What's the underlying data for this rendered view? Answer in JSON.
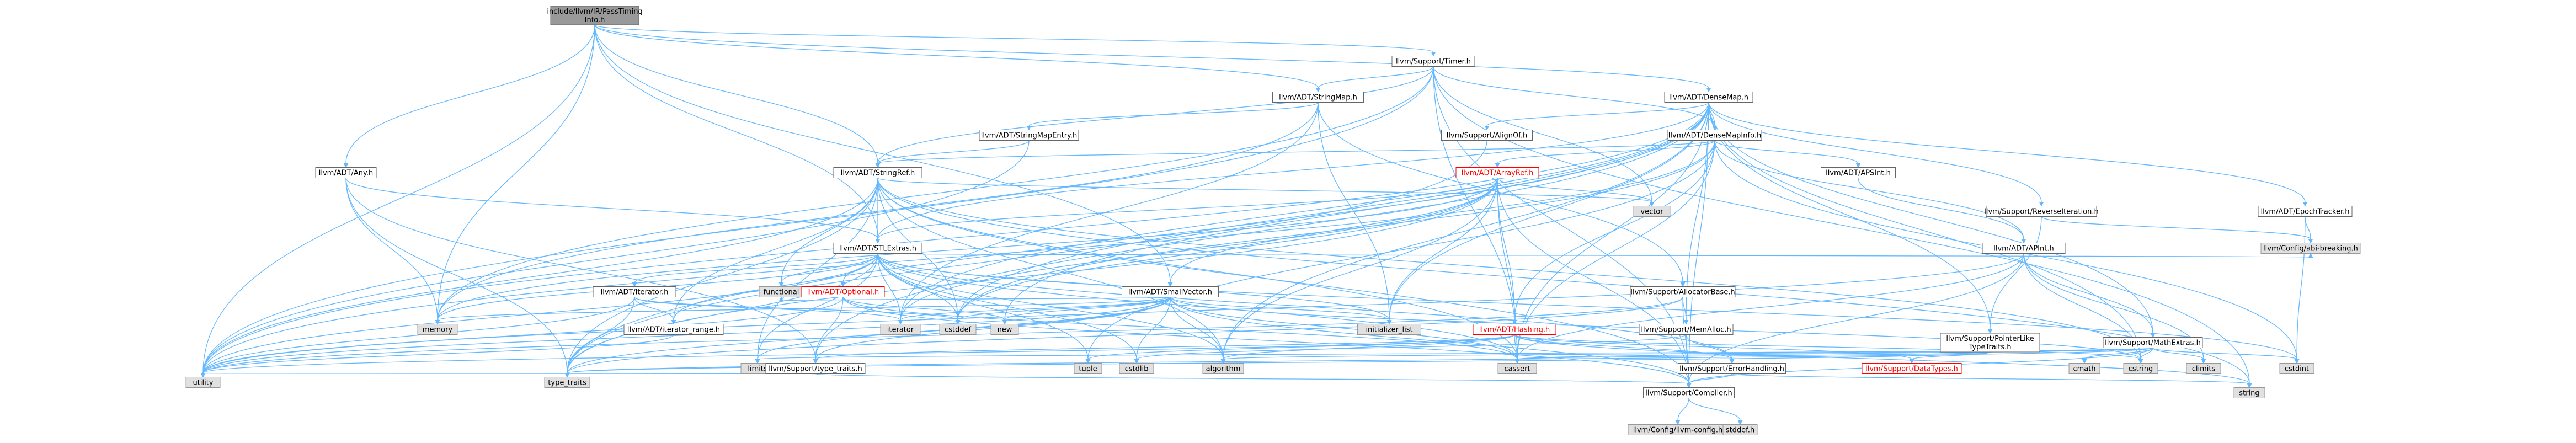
{
  "graph": {
    "nodes": [
      {
        "id": "root",
        "label": [
          "include/llvm/IR/PassTiming",
          "Info.h"
        ],
        "kind": "root"
      },
      {
        "id": "timer",
        "label": [
          "llvm/Support/Timer.h"
        ],
        "kind": "plain"
      },
      {
        "id": "densemap",
        "label": [
          "llvm/ADT/DenseMap.h"
        ],
        "kind": "plain"
      },
      {
        "id": "stringmap",
        "label": [
          "llvm/ADT/StringMap.h"
        ],
        "kind": "plain"
      },
      {
        "id": "stringmapentry",
        "label": [
          "llvm/ADT/StringMapEntry.h"
        ],
        "kind": "plain"
      },
      {
        "id": "alignof",
        "label": [
          "llvm/Support/AlignOf.h"
        ],
        "kind": "plain"
      },
      {
        "id": "densemapinfo",
        "label": [
          "llvm/ADT/DenseMapInfo.h"
        ],
        "kind": "plain"
      },
      {
        "id": "any",
        "label": [
          "llvm/ADT/Any.h"
        ],
        "kind": "plain"
      },
      {
        "id": "stringref",
        "label": [
          "llvm/ADT/StringRef.h"
        ],
        "kind": "plain"
      },
      {
        "id": "arrayref",
        "label": [
          "llvm/ADT/ArrayRef.h"
        ],
        "kind": "trunc"
      },
      {
        "id": "apsint",
        "label": [
          "llvm/ADT/APSInt.h"
        ],
        "kind": "plain"
      },
      {
        "id": "epochtracker",
        "label": [
          "llvm/ADT/EpochTracker.h"
        ],
        "kind": "plain"
      },
      {
        "id": "reverseiteration",
        "label": [
          "llvm/Support/ReverseIteration.h"
        ],
        "kind": "plain"
      },
      {
        "id": "vector",
        "label": [
          "vector"
        ],
        "kind": "sys"
      },
      {
        "id": "abibreaking",
        "label": [
          "llvm/Config/abi-breaking.h"
        ],
        "kind": "sys"
      },
      {
        "id": "stlextras",
        "label": [
          "llvm/ADT/STLExtras.h"
        ],
        "kind": "plain"
      },
      {
        "id": "apint",
        "label": [
          "llvm/ADT/APInt.h"
        ],
        "kind": "plain"
      },
      {
        "id": "iterator",
        "label": [
          "llvm/ADT/iterator.h"
        ],
        "kind": "plain"
      },
      {
        "id": "functional",
        "label": [
          "functional"
        ],
        "kind": "sys"
      },
      {
        "id": "optional",
        "label": [
          "llvm/ADT/Optional.h"
        ],
        "kind": "trunc"
      },
      {
        "id": "smallvector",
        "label": [
          "llvm/ADT/SmallVector.h"
        ],
        "kind": "plain"
      },
      {
        "id": "allocatorbase",
        "label": [
          "llvm/Support/AllocatorBase.h"
        ],
        "kind": "plain"
      },
      {
        "id": "memory",
        "label": [
          "memory"
        ],
        "kind": "sys"
      },
      {
        "id": "iteratorrange",
        "label": [
          "llvm/ADT/iterator_range.h"
        ],
        "kind": "plain"
      },
      {
        "id": "iterator_std",
        "label": [
          "iterator"
        ],
        "kind": "sys"
      },
      {
        "id": "cstddef",
        "label": [
          "cstddef"
        ],
        "kind": "sys"
      },
      {
        "id": "new",
        "label": [
          "new"
        ],
        "kind": "sys"
      },
      {
        "id": "initlist",
        "label": [
          "initializer_list"
        ],
        "kind": "sys"
      },
      {
        "id": "hashing",
        "label": [
          "llvm/ADT/Hashing.h"
        ],
        "kind": "trunc"
      },
      {
        "id": "memalloc",
        "label": [
          "llvm/Support/MemAlloc.h"
        ],
        "kind": "plain"
      },
      {
        "id": "ptrliketraits",
        "label": [
          "llvm/Support/PointerLike",
          "TypeTraits.h"
        ],
        "kind": "plain"
      },
      {
        "id": "mathextras",
        "label": [
          "llvm/Support/MathExtras.h"
        ],
        "kind": "plain"
      },
      {
        "id": "limits",
        "label": [
          "limits"
        ],
        "kind": "sys"
      },
      {
        "id": "typetraits",
        "label": [
          "llvm/Support/type_traits.h"
        ],
        "kind": "plain"
      },
      {
        "id": "tuple",
        "label": [
          "tuple"
        ],
        "kind": "sys"
      },
      {
        "id": "cstdlib",
        "label": [
          "cstdlib"
        ],
        "kind": "sys"
      },
      {
        "id": "algorithm",
        "label": [
          "algorithm"
        ],
        "kind": "sys"
      },
      {
        "id": "cassert",
        "label": [
          "cassert"
        ],
        "kind": "sys"
      },
      {
        "id": "errorhandling",
        "label": [
          "llvm/Support/ErrorHandling.h"
        ],
        "kind": "plain"
      },
      {
        "id": "datatypes",
        "label": [
          "llvm/Support/DataTypes.h"
        ],
        "kind": "trunc"
      },
      {
        "id": "cmath",
        "label": [
          "cmath"
        ],
        "kind": "sys"
      },
      {
        "id": "cstring",
        "label": [
          "cstring"
        ],
        "kind": "sys"
      },
      {
        "id": "climits",
        "label": [
          "climits"
        ],
        "kind": "sys"
      },
      {
        "id": "cstdint",
        "label": [
          "cstdint"
        ],
        "kind": "sys"
      },
      {
        "id": "utility",
        "label": [
          "utility"
        ],
        "kind": "sys"
      },
      {
        "id": "type_traits",
        "label": [
          "type_traits"
        ],
        "kind": "sys"
      },
      {
        "id": "compiler",
        "label": [
          "llvm/Support/Compiler.h"
        ],
        "kind": "plain"
      },
      {
        "id": "string",
        "label": [
          "string"
        ],
        "kind": "sys"
      },
      {
        "id": "llvmconfig",
        "label": [
          "llvm/Config/llvm-config.h"
        ],
        "kind": "sys"
      },
      {
        "id": "stddef",
        "label": [
          "stddef.h"
        ],
        "kind": "sys"
      }
    ],
    "edges": [
      [
        "root",
        "timer"
      ],
      [
        "root",
        "densemap"
      ],
      [
        "root",
        "stringmap"
      ],
      [
        "root",
        "any"
      ],
      [
        "root",
        "stringref"
      ],
      [
        "root",
        "smallvector"
      ],
      [
        "root",
        "memory"
      ],
      [
        "root",
        "utility"
      ],
      [
        "root",
        "stlextras"
      ],
      [
        "timer",
        "stringmap"
      ],
      [
        "timer",
        "stringref"
      ],
      [
        "timer",
        "densemapinfo"
      ],
      [
        "timer",
        "compiler"
      ],
      [
        "timer",
        "cassert"
      ],
      [
        "timer",
        "memory"
      ],
      [
        "timer",
        "string"
      ],
      [
        "timer",
        "vector"
      ],
      [
        "timer",
        "utility"
      ],
      [
        "stringmap",
        "stringmapentry"
      ],
      [
        "stringmap",
        "allocatorbase"
      ],
      [
        "stringmap",
        "initlist"
      ],
      [
        "stringmap",
        "iterator_std"
      ],
      [
        "stringmap",
        "memory"
      ],
      [
        "stringmapentry",
        "stringref"
      ],
      [
        "stringmapentry",
        "utility"
      ],
      [
        "densemap",
        "densemapinfo"
      ],
      [
        "densemap",
        "epochtracker"
      ],
      [
        "densemap",
        "alignof"
      ],
      [
        "densemap",
        "compiler"
      ],
      [
        "densemap",
        "mathextras"
      ],
      [
        "densemap",
        "memalloc"
      ],
      [
        "densemap",
        "reverseiteration"
      ],
      [
        "densemap",
        "typetraits"
      ],
      [
        "densemap",
        "algorithm"
      ],
      [
        "densemap",
        "cassert"
      ],
      [
        "densemap",
        "cstddef"
      ],
      [
        "densemap",
        "cstring"
      ],
      [
        "densemap",
        "initlist"
      ],
      [
        "densemap",
        "iterator_std"
      ],
      [
        "densemap",
        "new"
      ],
      [
        "densemap",
        "type_traits"
      ],
      [
        "densemap",
        "utility"
      ],
      [
        "densemap",
        "ptrliketraits"
      ],
      [
        "densemap",
        "stlextras"
      ],
      [
        "densemapinfo",
        "apint"
      ],
      [
        "densemapinfo",
        "apsint"
      ],
      [
        "densemapinfo",
        "arrayref"
      ],
      [
        "densemapinfo",
        "hashing"
      ],
      [
        "densemapinfo",
        "stringref"
      ],
      [
        "densemapinfo",
        "cassert"
      ],
      [
        "densemapinfo",
        "cstddef"
      ],
      [
        "densemapinfo",
        "cstdint"
      ],
      [
        "densemapinfo",
        "tuple"
      ],
      [
        "densemapinfo",
        "utility"
      ],
      [
        "alignof",
        "type_traits"
      ],
      [
        "apsint",
        "apint"
      ],
      [
        "apint",
        "compiler"
      ],
      [
        "apint",
        "mathextras"
      ],
      [
        "apint",
        "cassert"
      ],
      [
        "apint",
        "climits"
      ],
      [
        "apint",
        "cstring"
      ],
      [
        "apint",
        "utility"
      ],
      [
        "arrayref",
        "hashing"
      ],
      [
        "arrayref",
        "smallvector"
      ],
      [
        "arrayref",
        "stlextras"
      ],
      [
        "arrayref",
        "compiler"
      ],
      [
        "arrayref",
        "algorithm"
      ],
      [
        "arrayref",
        "array"
      ],
      [
        "arrayref",
        "cassert"
      ],
      [
        "arrayref",
        "cstddef"
      ],
      [
        "arrayref",
        "initlist"
      ],
      [
        "arrayref",
        "iterator_std"
      ],
      [
        "arrayref",
        "memory"
      ],
      [
        "arrayref",
        "type_traits"
      ],
      [
        "arrayref",
        "vector"
      ],
      [
        "any",
        "typetraits"
      ],
      [
        "any",
        "memory"
      ],
      [
        "any",
        "type_traits"
      ],
      [
        "any",
        "stlextras"
      ],
      [
        "stringref",
        "stlextras"
      ],
      [
        "stringref",
        "iteratorrange"
      ],
      [
        "stringref",
        "compiler"
      ],
      [
        "stringref",
        "algorithm"
      ],
      [
        "stringref",
        "cassert"
      ],
      [
        "stringref",
        "cstddef"
      ],
      [
        "stringref",
        "cstring"
      ],
      [
        "stringref",
        "limits"
      ],
      [
        "stringref",
        "string"
      ],
      [
        "stringref",
        "type_traits"
      ],
      [
        "stringref",
        "utility"
      ],
      [
        "stringref",
        "functional"
      ],
      [
        "stringref",
        "vector"
      ],
      [
        "stlextras",
        "optional"
      ],
      [
        "stlextras",
        "iterator"
      ],
      [
        "stlextras",
        "iteratorrange"
      ],
      [
        "stlextras",
        "abibreaking"
      ],
      [
        "stlextras",
        "errorhandling"
      ],
      [
        "stlextras",
        "algorithm"
      ],
      [
        "stlextras",
        "cassert"
      ],
      [
        "stlextras",
        "cstddef"
      ],
      [
        "stlextras",
        "cstdint"
      ],
      [
        "stlextras",
        "cstdlib"
      ],
      [
        "stlextras",
        "functional"
      ],
      [
        "stlextras",
        "initlist"
      ],
      [
        "stlextras",
        "iterator_std"
      ],
      [
        "stlextras",
        "limits"
      ],
      [
        "stlextras",
        "memory"
      ],
      [
        "stlextras",
        "tuple"
      ],
      [
        "stlextras",
        "type_traits"
      ],
      [
        "stlextras",
        "utility"
      ],
      [
        "iterator",
        "iteratorrange"
      ],
      [
        "iterator",
        "cstddef"
      ],
      [
        "iterator",
        "iterator_std"
      ],
      [
        "iterator",
        "type_traits"
      ],
      [
        "iterator",
        "utility"
      ],
      [
        "iteratorrange",
        "utility"
      ],
      [
        "optional",
        "compiler"
      ],
      [
        "optional",
        "typetraits"
      ],
      [
        "optional",
        "cassert"
      ],
      [
        "optional",
        "new"
      ],
      [
        "optional",
        "utility"
      ],
      [
        "smallvector",
        "compiler"
      ],
      [
        "smallvector",
        "typetraits"
      ],
      [
        "smallvector",
        "algorithm"
      ],
      [
        "smallvector",
        "cassert"
      ],
      [
        "smallvector",
        "cstddef"
      ],
      [
        "smallvector",
        "cstdlib"
      ],
      [
        "smallvector",
        "cstring"
      ],
      [
        "smallvector",
        "functional"
      ],
      [
        "smallvector",
        "initlist"
      ],
      [
        "smallvector",
        "iterator_std"
      ],
      [
        "smallvector",
        "limits"
      ],
      [
        "smallvector",
        "memory"
      ],
      [
        "smallvector",
        "new"
      ],
      [
        "smallvector",
        "type_traits"
      ],
      [
        "smallvector",
        "utility"
      ],
      [
        "allocatorbase",
        "compiler"
      ],
      [
        "allocatorbase",
        "memalloc"
      ],
      [
        "allocatorbase",
        "type_traits"
      ],
      [
        "allocatorbase",
        "utility"
      ],
      [
        "memalloc",
        "compiler"
      ],
      [
        "memalloc",
        "errorhandling"
      ],
      [
        "memalloc",
        "cstdlib"
      ],
      [
        "errorhandling",
        "compiler"
      ],
      [
        "errorhandling",
        "string"
      ],
      [
        "hashing",
        "errorhandling"
      ],
      [
        "hashing",
        "datatypes"
      ],
      [
        "hashing",
        "typetraits"
      ],
      [
        "hashing",
        "algorithm"
      ],
      [
        "hashing",
        "cassert"
      ],
      [
        "hashing",
        "cstring"
      ],
      [
        "hashing",
        "string"
      ],
      [
        "hashing",
        "tuple"
      ],
      [
        "hashing",
        "utility"
      ],
      [
        "ptrliketraits",
        "datatypes"
      ],
      [
        "ptrliketraits",
        "cassert"
      ],
      [
        "ptrliketraits",
        "type_traits"
      ],
      [
        "mathextras",
        "compiler"
      ],
      [
        "mathextras",
        "algorithm"
      ],
      [
        "mathextras",
        "cassert"
      ],
      [
        "mathextras",
        "climits"
      ],
      [
        "mathextras",
        "cmath"
      ],
      [
        "mathextras",
        "cstdint"
      ],
      [
        "mathextras",
        "cstring"
      ],
      [
        "mathextras",
        "limits"
      ],
      [
        "mathextras",
        "type_traits"
      ],
      [
        "typetraits",
        "compiler"
      ],
      [
        "typetraits",
        "type_traits"
      ],
      [
        "typetraits",
        "utility"
      ],
      [
        "epochtracker",
        "abibreaking"
      ],
      [
        "epochtracker",
        "cstdint"
      ],
      [
        "reverseiteration",
        "abibreaking"
      ],
      [
        "reverseiteration",
        "ptrliketraits"
      ],
      [
        "compiler",
        "llvmconfig"
      ],
      [
        "compiler",
        "stddef"
      ]
    ]
  }
}
